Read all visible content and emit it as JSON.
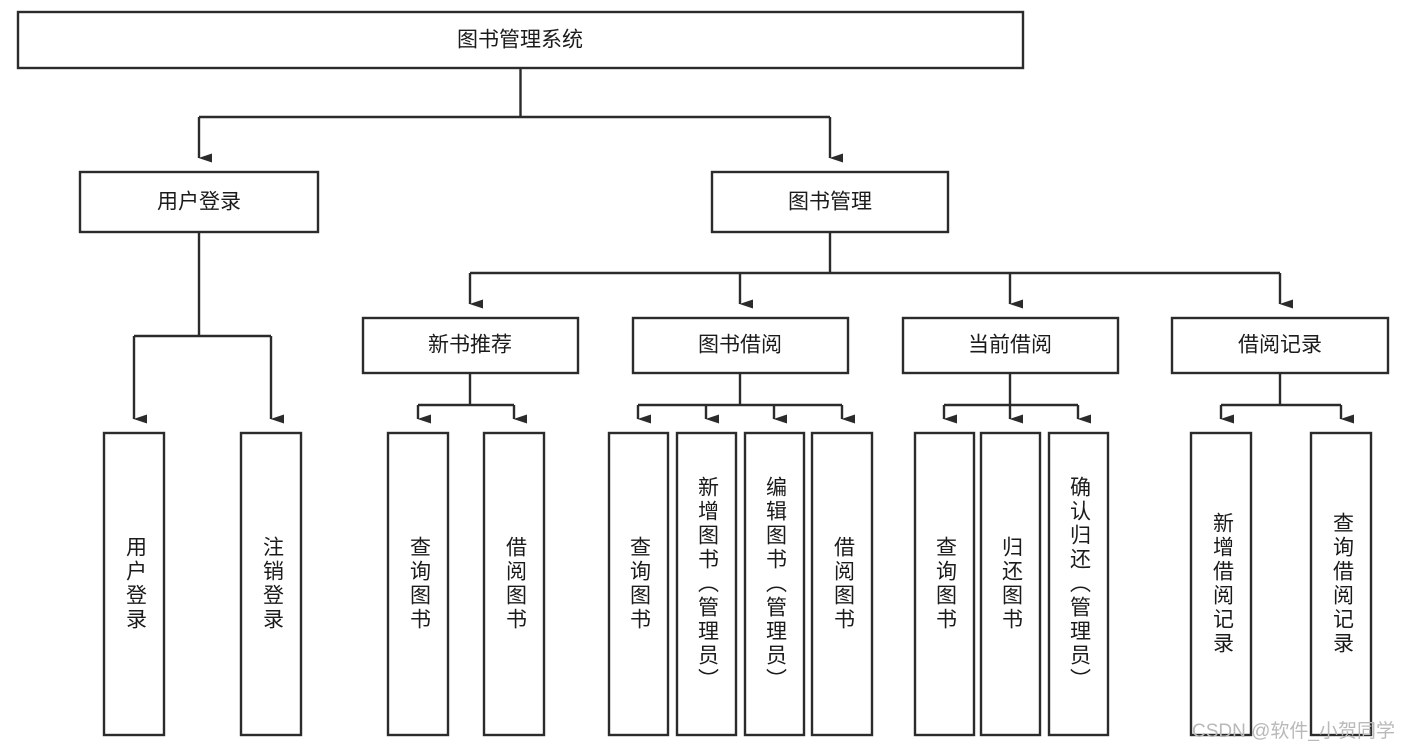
{
  "diagram": {
    "type": "tree",
    "title": "图书管理系统",
    "orientation": "top-down",
    "colors": {
      "box_fill": "#ffffff",
      "box_stroke": "#2b2b2b",
      "text": "#1b1b1b",
      "watermark": "#b9b9b9"
    },
    "root": {
      "id": "root",
      "label": "图书管理系统",
      "text_direction": "horizontal"
    },
    "level2": [
      {
        "id": "user-login",
        "label": "用户登录",
        "text_direction": "horizontal"
      },
      {
        "id": "book-management",
        "label": "图书管理",
        "text_direction": "horizontal"
      }
    ],
    "level3": [
      {
        "id": "new-book-recommend",
        "label": "新书推荐",
        "parent": "book-management",
        "text_direction": "horizontal"
      },
      {
        "id": "book-borrow",
        "label": "图书借阅",
        "parent": "book-management",
        "text_direction": "horizontal"
      },
      {
        "id": "current-borrow",
        "label": "当前借阅",
        "parent": "book-management",
        "text_direction": "horizontal"
      },
      {
        "id": "borrow-record",
        "label": "借阅记录",
        "parent": "book-management",
        "text_direction": "horizontal"
      }
    ],
    "leaves": [
      {
        "id": "leaf-user-login",
        "label": "用户登录",
        "parent": "user-login",
        "text_direction": "vertical"
      },
      {
        "id": "leaf-logout",
        "label": "注销登录",
        "parent": "user-login",
        "text_direction": "vertical"
      },
      {
        "id": "leaf-query-book-1",
        "label": "查询图书",
        "parent": "new-book-recommend",
        "text_direction": "vertical"
      },
      {
        "id": "leaf-borrow-book-1",
        "label": "借阅图书",
        "parent": "new-book-recommend",
        "text_direction": "vertical"
      },
      {
        "id": "leaf-query-book-2",
        "label": "查询图书",
        "parent": "book-borrow",
        "text_direction": "vertical"
      },
      {
        "id": "leaf-add-book",
        "label": "新增图书（管理员）",
        "parent": "book-borrow",
        "text_direction": "vertical"
      },
      {
        "id": "leaf-edit-book",
        "label": "编辑图书（管理员）",
        "parent": "book-borrow",
        "text_direction": "vertical"
      },
      {
        "id": "leaf-borrow-book-2",
        "label": "借阅图书",
        "parent": "book-borrow",
        "text_direction": "vertical"
      },
      {
        "id": "leaf-query-book-3",
        "label": "查询图书",
        "parent": "current-borrow",
        "text_direction": "vertical"
      },
      {
        "id": "leaf-return-book",
        "label": "归还图书",
        "parent": "current-borrow",
        "text_direction": "vertical"
      },
      {
        "id": "leaf-confirm-return",
        "label": "确认归还（管理员）",
        "parent": "current-borrow",
        "text_direction": "vertical"
      },
      {
        "id": "leaf-add-record",
        "label": "新增借阅记录",
        "parent": "borrow-record",
        "text_direction": "vertical"
      },
      {
        "id": "leaf-query-record",
        "label": "查询借阅记录",
        "parent": "borrow-record",
        "text_direction": "vertical"
      }
    ]
  },
  "watermark": {
    "text": "CSDN @软件_小贺同学"
  }
}
